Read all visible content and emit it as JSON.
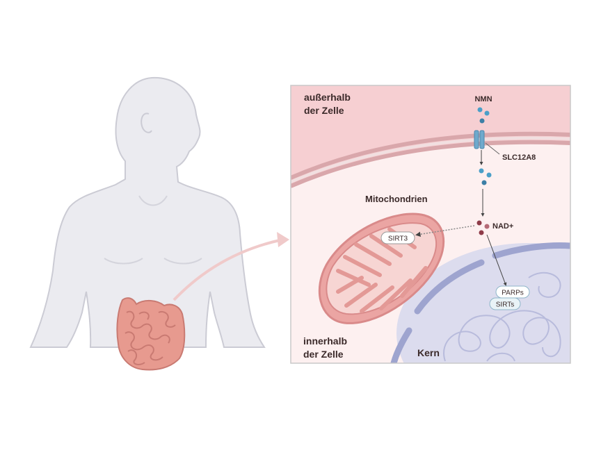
{
  "labels": {
    "outside_line1": "außerhalb",
    "outside_line2": "der Zelle",
    "inside_line1": "innerhalb",
    "inside_line2": "der Zelle",
    "nmn": "NMN",
    "transporter": "SLC12A8",
    "mitochondria": "Mitochondrien",
    "sirt3": "SIRT3",
    "nad": "NAD+",
    "parps": "PARPs",
    "sirts": "SIRTs",
    "nucleus": "Kern"
  },
  "colors": {
    "outside": "#f6cfd2",
    "inside": "#fdf0f0",
    "membrane": "#d9a7ab",
    "mito_fill": "#eba5a3",
    "mito_stroke": "#d98a8a",
    "nucleus_fill": "#dcdcee",
    "nucleus_envelope": "#9ea4cf",
    "nmn_dot": "#4a9fc8",
    "nad_dot": "#8e3a48",
    "body": "#ebebf0",
    "intestine": "#e79a8f",
    "arrow": "#f0caca"
  }
}
